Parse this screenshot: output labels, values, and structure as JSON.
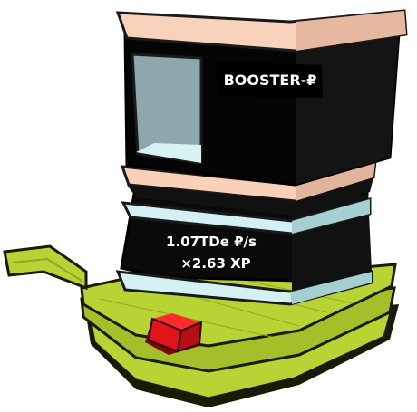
{
  "booster": {
    "sign_label": "BOOSTER-₽",
    "rate": "1.07TDe ₽/s",
    "xp_multiplier": "×2.63 XP"
  },
  "colors": {
    "roof": "#f9d2bb",
    "body": "#050505",
    "glass": "#8ea7ad",
    "glass_base": "#d6f2f2",
    "band": "#fbd0b9",
    "ring": "#d3f0f2",
    "grass": "#b7d334",
    "grass_dark": "#5c6a12",
    "pad": "#e0141a"
  }
}
